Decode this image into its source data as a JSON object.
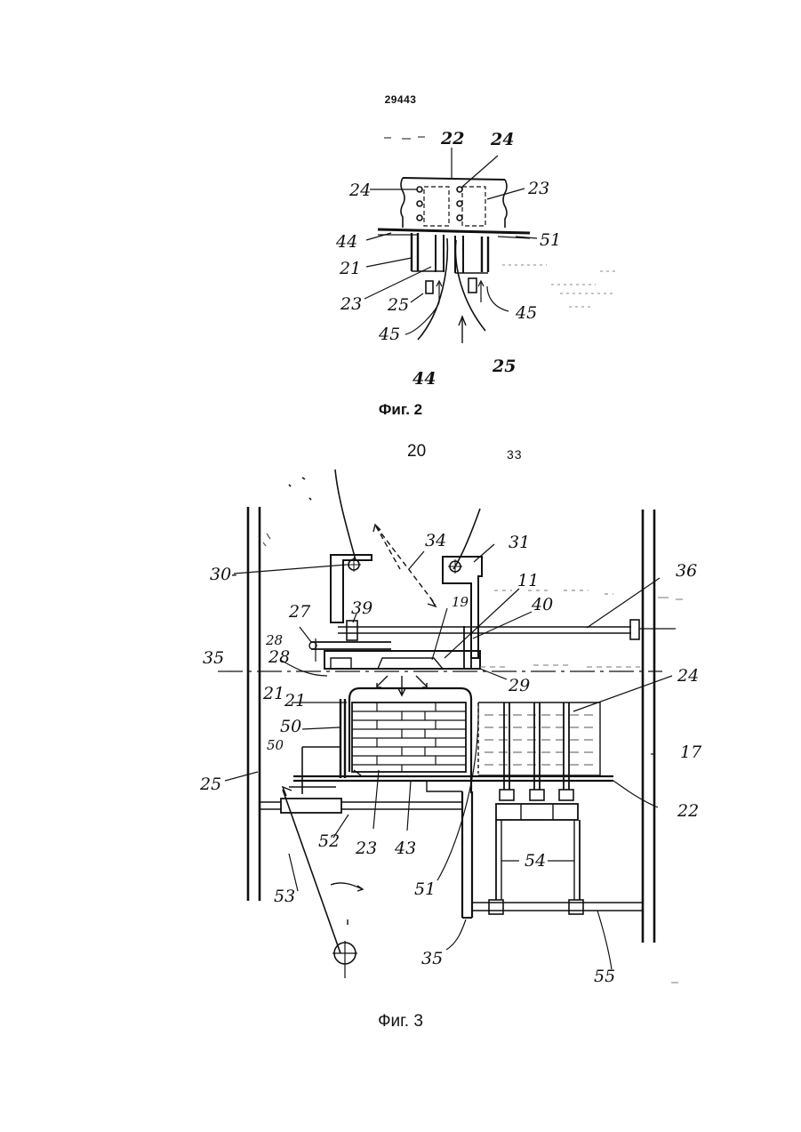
{
  "page_number": "29443",
  "figure2": {
    "caption": "Фиг. 2",
    "labels": {
      "l22": "22",
      "l24a": "24",
      "l24b": "24",
      "l23a": "23",
      "l44a": "44",
      "l51": "51",
      "l21": "21",
      "l23b": "23",
      "l25a": "25",
      "l45a": "45",
      "l45b": "45",
      "l44b": "44",
      "l25b": "25"
    }
  },
  "figure3": {
    "caption": "Фиг. 3",
    "top_labels": {
      "l20": "20",
      "l33": "33"
    },
    "labels": {
      "l30": "30-",
      "l34": "34",
      "l31": "31",
      "l11": "11",
      "l36": "36",
      "l27": "27",
      "l39": "39",
      "l19": "19",
      "l40": "40",
      "l35a": "35",
      "l28a": "28",
      "l28b": "28",
      "l29": "29",
      "l21a": "21",
      "l21b": "21",
      "l24": "24",
      "l50a": "50",
      "l50b": "50",
      "l17": "17",
      "l25": "25",
      "l22": "22",
      "l52": "52",
      "l23": "23",
      "l43": "43",
      "l54": "54",
      "l51": "51",
      "l53": "53",
      "l35b": "35",
      "l55": "55"
    }
  }
}
